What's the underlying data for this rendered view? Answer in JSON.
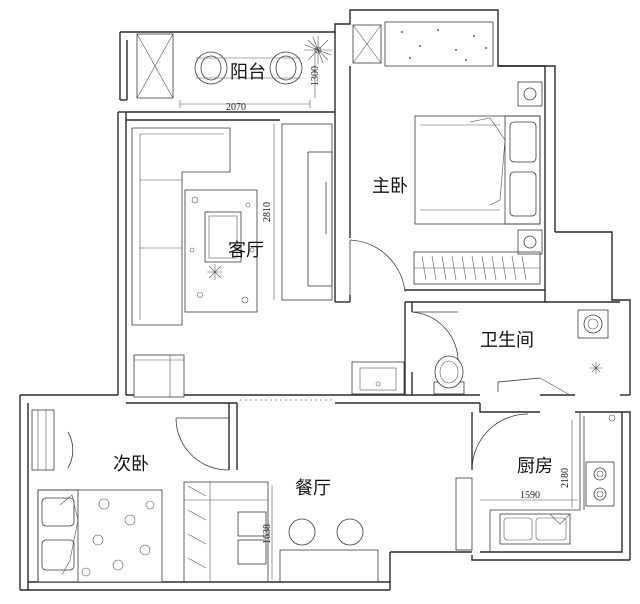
{
  "rooms": {
    "balcony": "阳台",
    "master_bedroom": "主卧",
    "living_room": "客厅",
    "bathroom": "卫生间",
    "second_bedroom": "次卧",
    "dining_room": "餐厅",
    "kitchen": "厨房"
  },
  "dimensions": {
    "balcony_width": "2070",
    "balcony_depth": "1300",
    "living_depth": "2810",
    "dining_depth": "1638",
    "kitchen_width": "1590",
    "kitchen_depth": "2180"
  }
}
